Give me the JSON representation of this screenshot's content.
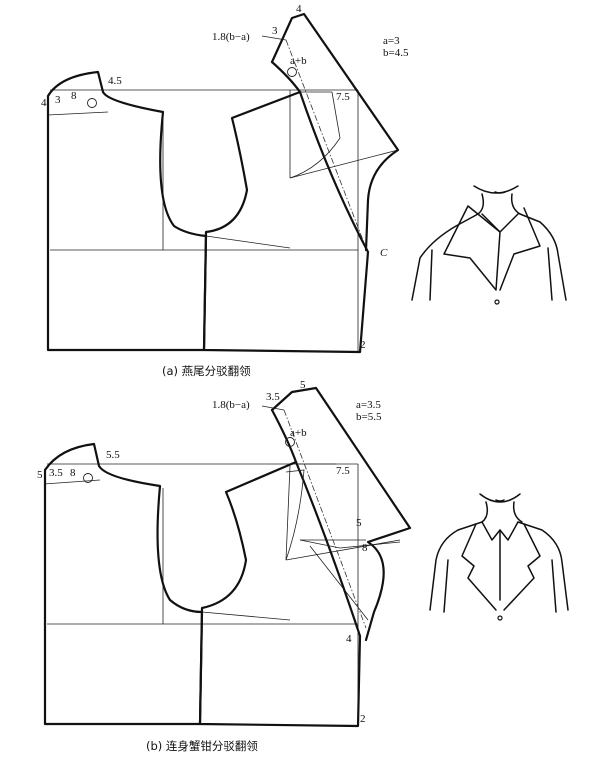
{
  "figure_a": {
    "caption": "(a) 燕尾分驳翻领",
    "params": [
      "a=3",
      "b=4.5"
    ],
    "labels": {
      "formula": "1.8(b−a)",
      "formula_val": "3",
      "collar_top": "4",
      "ab": "a+b",
      "lapel_width": "7.5",
      "point_c": "C",
      "hem_ext": "2",
      "back_neck_side": "4.5",
      "back_neck_width": "8",
      "back_left_a": "4",
      "back_left_b": "3"
    }
  },
  "figure_b": {
    "caption": "(b) 连身蟹钳分驳翻领",
    "params": [
      "a=3.5",
      "b=5.5"
    ],
    "labels": {
      "formula": "1.8(b−a)",
      "formula_val": "3.5",
      "collar_top": "5",
      "ab": "a+b",
      "lapel_width": "7.5",
      "notch_a": "5",
      "notch_b": "8",
      "break_pt": "4",
      "hem_ext": "2",
      "back_neck_side": "5.5",
      "back_neck_width": "8",
      "back_left_a": "5",
      "back_left_b": "3.5"
    }
  }
}
